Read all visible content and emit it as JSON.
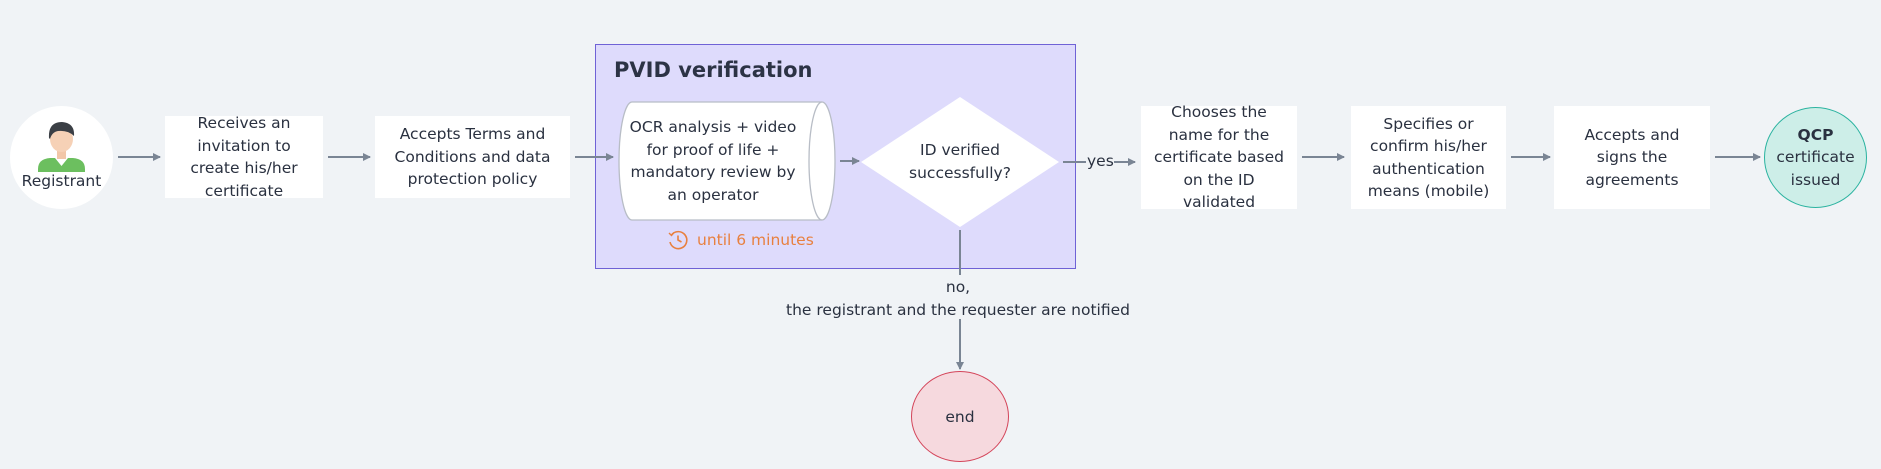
{
  "start": {
    "label": "Registrant",
    "icon": "person-avatar-icon"
  },
  "steps": {
    "receive_invitation": "Receives an invitation to create his/her certificate",
    "accept_terms": "Accepts Terms and Conditions and data protection policy",
    "choose_name": "Chooses the name for the certificate based on the ID validated",
    "specify_auth": "Specifies or confirm his/her authentication means (mobile)",
    "accept_sign": "Accepts and signs the agreements"
  },
  "group": {
    "title": "PVID verification",
    "process": "OCR analysis + video for proof of life + mandatory review by an operator",
    "decision": "ID verified successfully?",
    "timer": "until 6 minutes",
    "timer_icon": "clock-icon"
  },
  "edges": {
    "yes": "yes",
    "no_line1": "no,",
    "no_line2": "the registrant and the requester are notified"
  },
  "qcp": {
    "title": "QCP",
    "line1": "certificate",
    "line2": "issued"
  },
  "end": {
    "label": "end"
  },
  "colors": {
    "background": "#f0f3f6",
    "group_fill": "#dedbfc",
    "group_border": "#6f62d6",
    "arrow": "#7a8594",
    "timer": "#e8803f",
    "qcp_fill": "#cdeee8",
    "qcp_border": "#2bb3a0",
    "end_fill": "#f6d9de",
    "end_border": "#d4455a"
  }
}
